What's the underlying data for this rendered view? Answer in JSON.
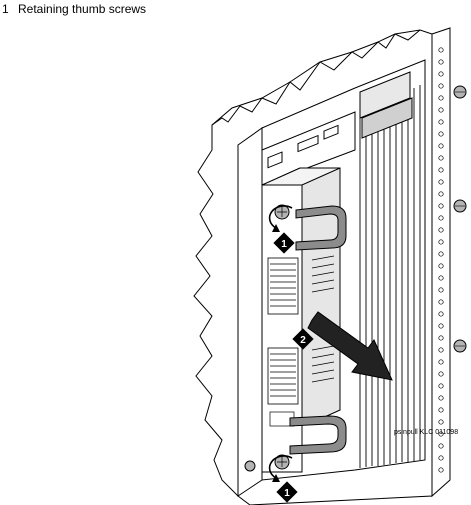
{
  "legend": {
    "items": [
      {
        "number": "1",
        "text": "Retaining thumb screws"
      }
    ]
  },
  "callouts": {
    "top_screw": "1",
    "removal": "2",
    "bottom_screw": "1"
  },
  "figure_code": "psinpull KLC 011098",
  "colors": {
    "line": "#000000",
    "cabinet": "#ffffff",
    "handle": "#8c8c8c",
    "screw": "#b4b4b4",
    "arrow": "#222222"
  }
}
